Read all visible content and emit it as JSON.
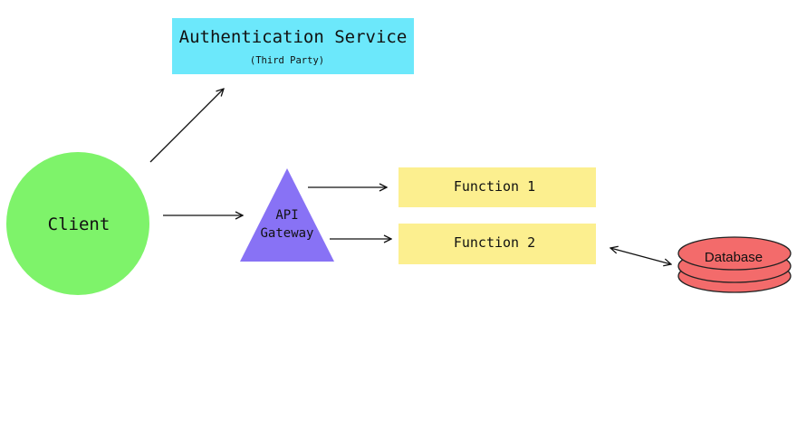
{
  "nodes": {
    "auth": {
      "title": "Authentication Service",
      "subtitle": "(Third Party)",
      "color": "#6ce8fb"
    },
    "client": {
      "label": "Client",
      "color": "#7ef36a"
    },
    "gateway": {
      "line1": "API",
      "line2": "Gateway",
      "color": "#8872f5"
    },
    "function1": {
      "label": "Function 1",
      "color": "#fcef8f"
    },
    "function2": {
      "label": "Function 2",
      "color": "#fcef8f"
    },
    "database": {
      "label": "Database",
      "color": "#f36b6b"
    }
  },
  "colors": {
    "arrow": "#111111",
    "text": "#111111",
    "outline": "#222222"
  }
}
